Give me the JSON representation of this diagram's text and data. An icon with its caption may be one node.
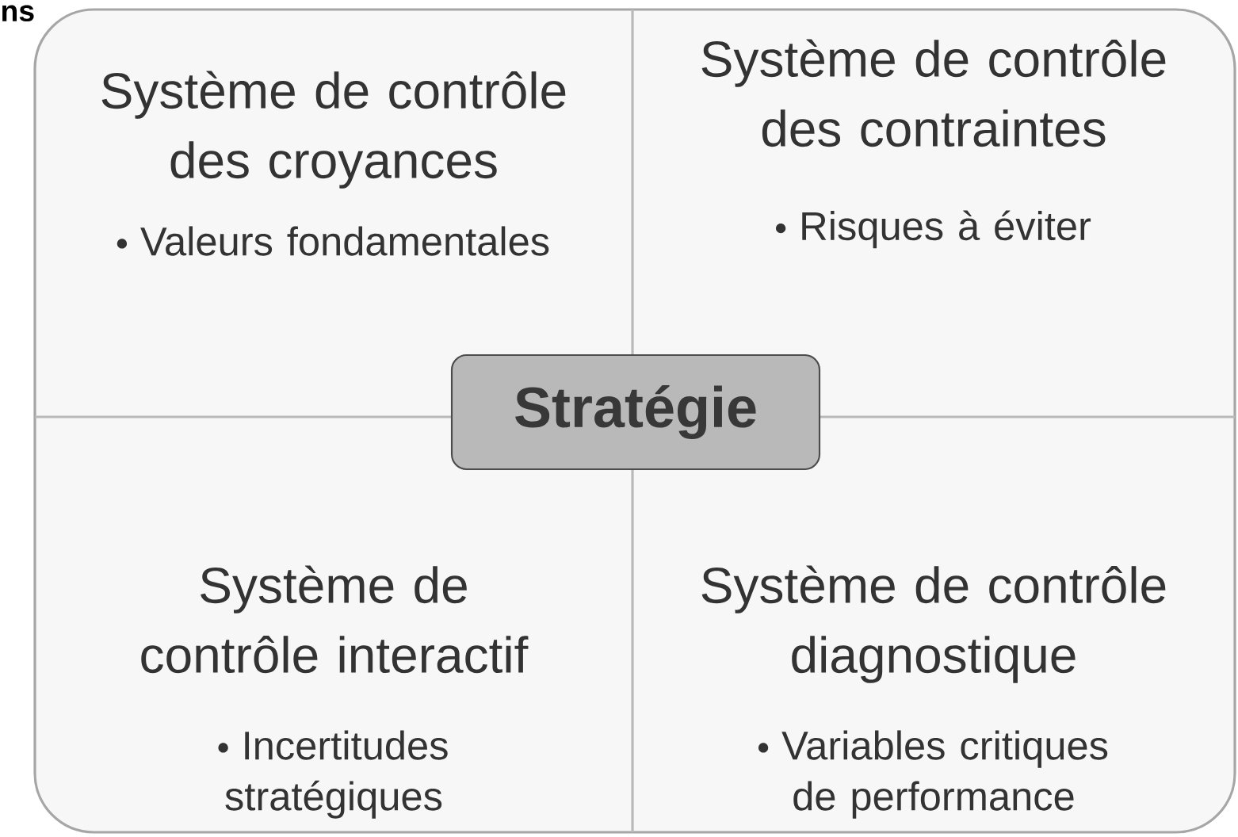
{
  "diagram": {
    "nodes": [
      {
        "text": [
          "Système de contrôle des croyances",
          "Valeurs fondamentales"
        ]
      },
      {
        "text": [
          "Système de contrôle des contraintes",
          "Risques à éviter"
        ]
      },
      {
        "text": [
          "Système de contrôle interactif",
          "Incertitudes stratégiques"
        ]
      },
      {
        "text": [
          "Système de contrôle diagnostique",
          "Variables critiques de performance"
        ]
      },
      {
        "text": [
          "Stratégie"
        ]
      }
    ],
    "labels": [
      "ns"
    ]
  }
}
